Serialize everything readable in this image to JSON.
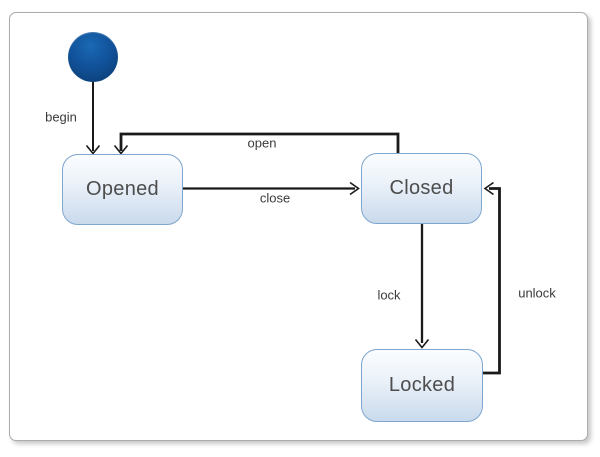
{
  "diagram": {
    "type": "state-machine",
    "states": [
      {
        "id": "opened",
        "label": "Opened"
      },
      {
        "id": "closed",
        "label": "Closed"
      },
      {
        "id": "locked",
        "label": "Locked"
      }
    ],
    "initial_state": {
      "shape": "filled-circle"
    },
    "transitions": [
      {
        "from": "initial",
        "to": "opened",
        "label": "begin"
      },
      {
        "from": "closed",
        "to": "opened",
        "label": "open"
      },
      {
        "from": "opened",
        "to": "closed",
        "label": "close"
      },
      {
        "from": "closed",
        "to": "locked",
        "label": "lock"
      },
      {
        "from": "locked",
        "to": "closed",
        "label": "unlock"
      }
    ],
    "colors": {
      "state_fill_top": "#fbfdff",
      "state_fill_bottom": "#c9daec",
      "state_border": "#7ea6ce",
      "state_text": "#4d4d4d",
      "initial_fill_light": "#1a69b4",
      "initial_fill_dark": "#0a3a6e",
      "edge_stroke": "#1a1a1a",
      "edge_label_text": "#3b3b3b",
      "canvas_border": "#ababab",
      "canvas_background": "#ffffff"
    }
  }
}
